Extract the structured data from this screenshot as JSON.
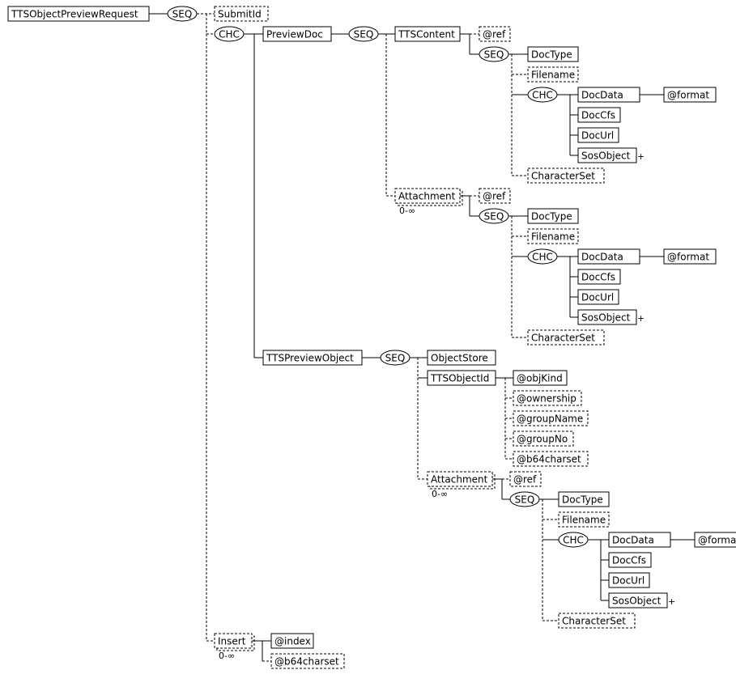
{
  "diagram": {
    "labels": {
      "root": "TTSObjectPreviewRequest",
      "seq": "SEQ",
      "chc": "CHC",
      "submit_id": "SubmitId",
      "preview_doc": "PreviewDoc",
      "tts_content": "TTSContent",
      "ref": "@ref",
      "doc_type": "DocType",
      "filename": "Filename",
      "doc_data": "DocData",
      "format": "@format",
      "doc_cfs": "DocCfs",
      "doc_url": "DocUrl",
      "sos_object": "SosObject",
      "character_set": "CharacterSet",
      "attachment": "Attachment",
      "tts_preview_object": "TTSPreviewObject",
      "object_store": "ObjectStore",
      "tts_object_id": "TTSObjectId",
      "obj_kind": "@objKind",
      "ownership": "@ownership",
      "group_name": "@groupName",
      "group_no": "@groupNo",
      "b64charset": "@b64charset",
      "insert": "Insert",
      "index": "@index",
      "expand_marker": "+",
      "occurrence": "0-∞"
    }
  }
}
